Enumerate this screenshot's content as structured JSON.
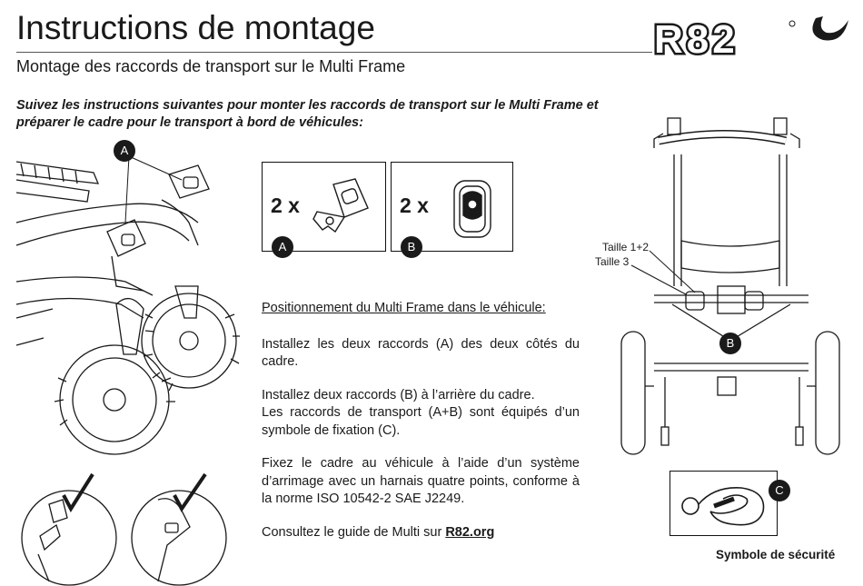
{
  "header": {
    "title": "Instructions de montage",
    "subtitle": "Montage des raccords de transport sur le Multi Frame",
    "brand": "R82"
  },
  "intro": "Suivez les instructions suivantes pour monter les raccords de transport sur le Multi Frame et préparer le cadre pour le transport à bord de véhicules:",
  "parts": [
    {
      "qty": "2 x",
      "letter": "A"
    },
    {
      "qty": "2 x",
      "letter": "B"
    }
  ],
  "figure_left": {
    "label": "A"
  },
  "body": {
    "heading": "Positionnement du Multi Frame dans le véhicule:",
    "p1": "Installez les deux raccords (A) des deux côtés du cadre.",
    "p2a": "Installez deux raccords (B) à l’arrière du cadre.",
    "p2b": "Les raccords de transport (A+B) sont équipés d’un symbole de fixation (C).",
    "p3": "Fixez le cadre au véhicule à l’aide d’un système d’arrimage avec un harnais quatre points, conforme à la norme ISO 10542-2 SAE J2249.",
    "p4_prefix": "Consultez le guide de Multi sur ",
    "p4_link": "R82.org"
  },
  "figure_right": {
    "size_label_1": "Taille 1+2",
    "size_label_2": "Taille 3",
    "label": "B"
  },
  "safety": {
    "label": "C",
    "caption": "Symbole de sécurité"
  },
  "colors": {
    "ink": "#1a1a1a",
    "badge_bg": "#1a1a1a",
    "badge_text": "#ffffff"
  }
}
